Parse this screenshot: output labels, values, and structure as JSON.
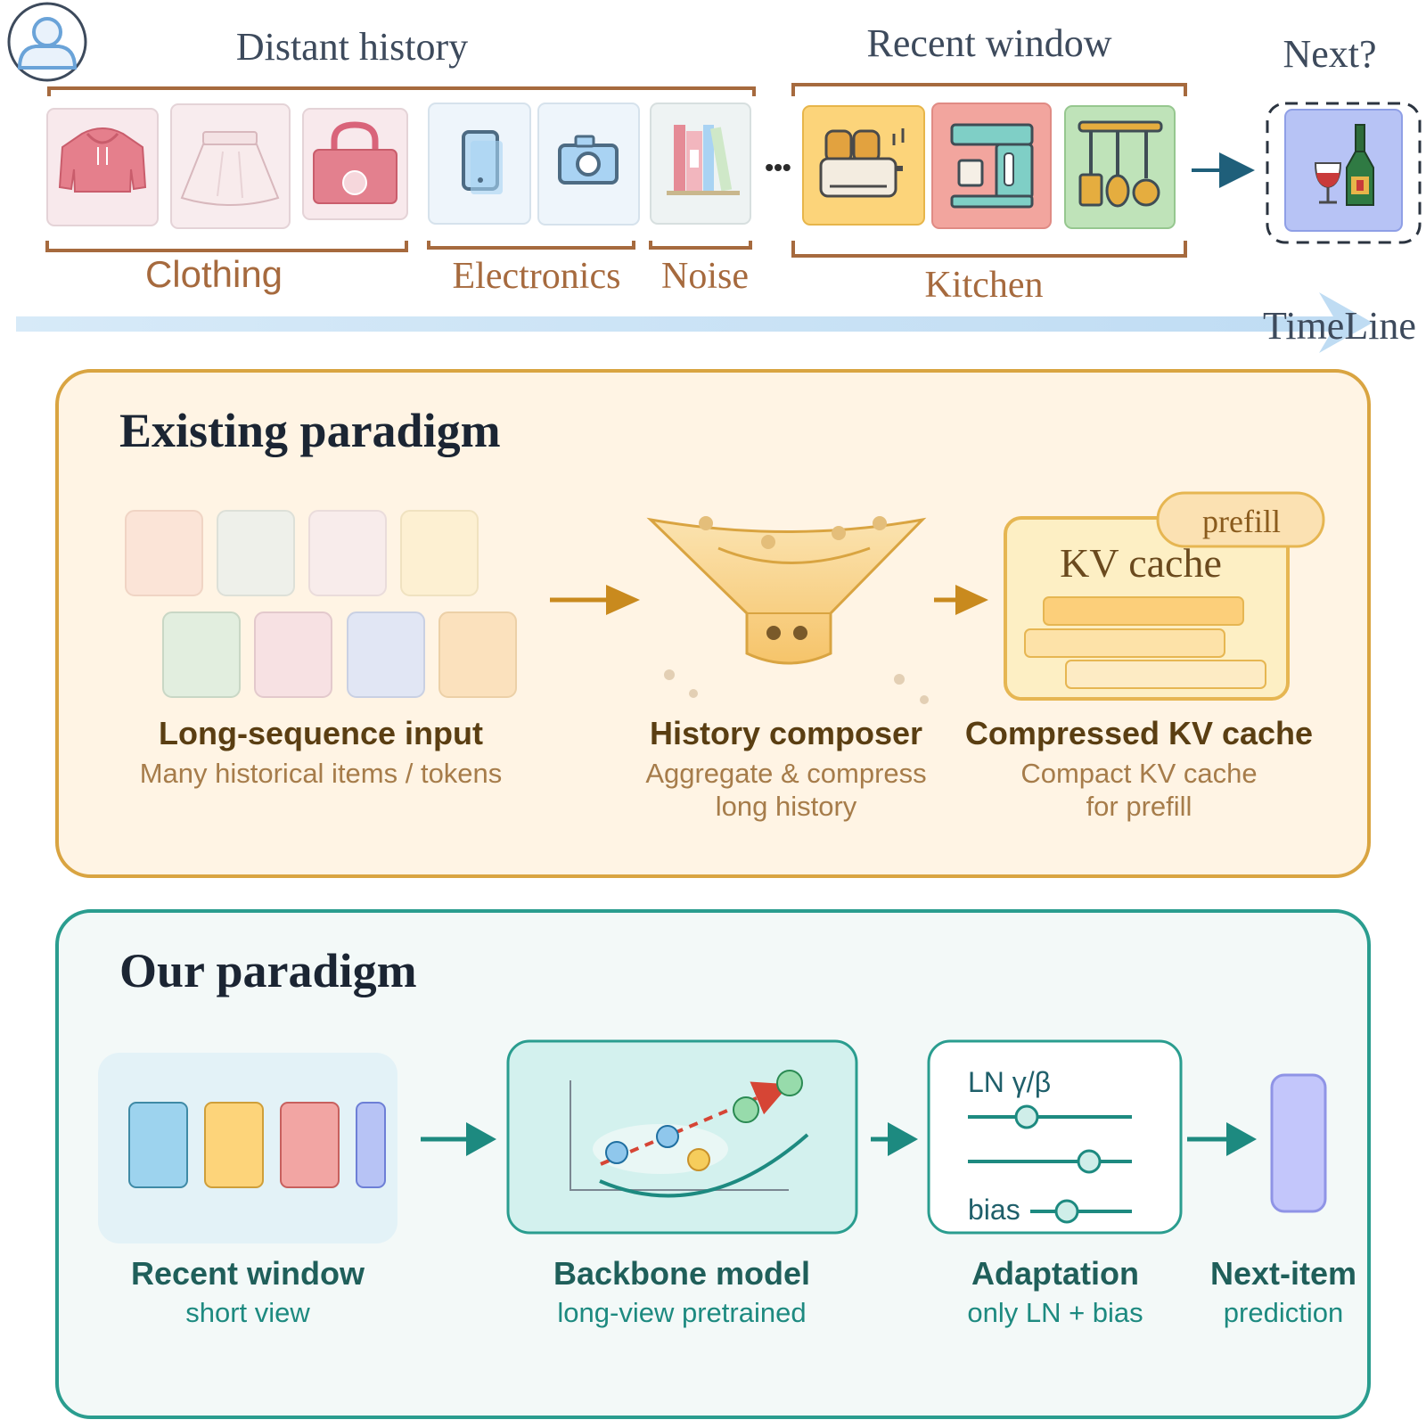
{
  "top": {
    "distant_history": "Distant history",
    "recent_window": "Recent window",
    "next": "Next?",
    "ellipsis": "•••",
    "timeline": "TimeLine",
    "groups": {
      "clothing": "Clothing",
      "electronics": "Electronics",
      "noise": "Noise",
      "kitchen": "Kitchen"
    },
    "icons": [
      "user-icon",
      "hoodie-icon",
      "skirt-icon",
      "handbag-icon",
      "phone-icon",
      "camera-icon",
      "books-icon",
      "toaster-icon",
      "coffee-machine-icon",
      "utensils-icon",
      "wine-icon"
    ]
  },
  "existing": {
    "title": "Existing paradigm",
    "step1_title": "Long-sequence input",
    "step1_sub": "Many historical items / tokens",
    "step2_title": "History composer",
    "step2_sub1": "Aggregate & compress",
    "step2_sub2": "long history",
    "step3_title": "Compressed KV cache",
    "step3_sub1": "Compact KV cache",
    "step3_sub2": "for prefill",
    "kv_label": "KV cache",
    "prefill_tag": "prefill",
    "accent": "#d9a441"
  },
  "ours": {
    "title": "Our paradigm",
    "step1_title": "Recent window",
    "step1_sub": "short view",
    "step2_title": "Backbone model",
    "step2_sub": "long-view pretrained",
    "step3_title": "Adaptation",
    "step3_sub": "only LN + bias",
    "step4_title": "Next-item",
    "step4_sub": "prediction",
    "ln_label": "LN γ/β",
    "bias_label": "bias",
    "accent": "#2a9d8f"
  }
}
